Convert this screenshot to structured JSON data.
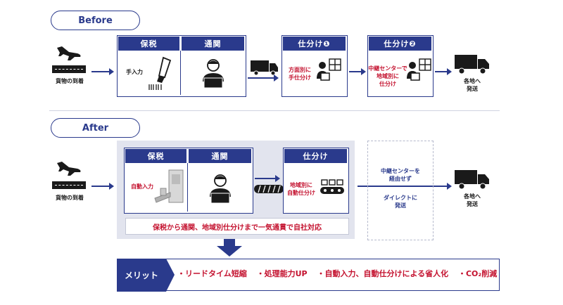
{
  "before": {
    "label": "Before",
    "arrival": "貨物の到着",
    "hozei": "保税",
    "tsukan": "通関",
    "manual_input": "手入力",
    "sort1_title": "仕分け❶",
    "sort1_desc": [
      "方面別に",
      "手仕分け"
    ],
    "sort2_title": "仕分け❷",
    "sort2_desc": [
      "中継センターで",
      "地域別に",
      "仕分け"
    ],
    "dest": [
      "各地へ",
      "発送"
    ]
  },
  "after": {
    "label": "After",
    "arrival": "貨物の到着",
    "hozei": "保税",
    "tsukan": "通関",
    "auto_input": "自動入力",
    "sort_title": "仕分け",
    "sort_desc": [
      "地域別に",
      "自動仕分け"
    ],
    "relay": [
      "中継センターを",
      "経由せず"
    ],
    "direct": [
      "ダイレクトに",
      "発送"
    ],
    "dest": [
      "各地へ",
      "発送"
    ],
    "banner": "保税から通関、地域別仕分けまで一気通貫で自社対応"
  },
  "merit": {
    "label": "メリット",
    "items": [
      "・リードタイム短縮",
      "・処理能力UP",
      "・自動入力、自動仕分けによる省人化",
      "・CO₂削減"
    ]
  },
  "colors": {
    "navy": "#2a3a8c",
    "red": "#c4122f",
    "panel": "#e2e4ee"
  }
}
